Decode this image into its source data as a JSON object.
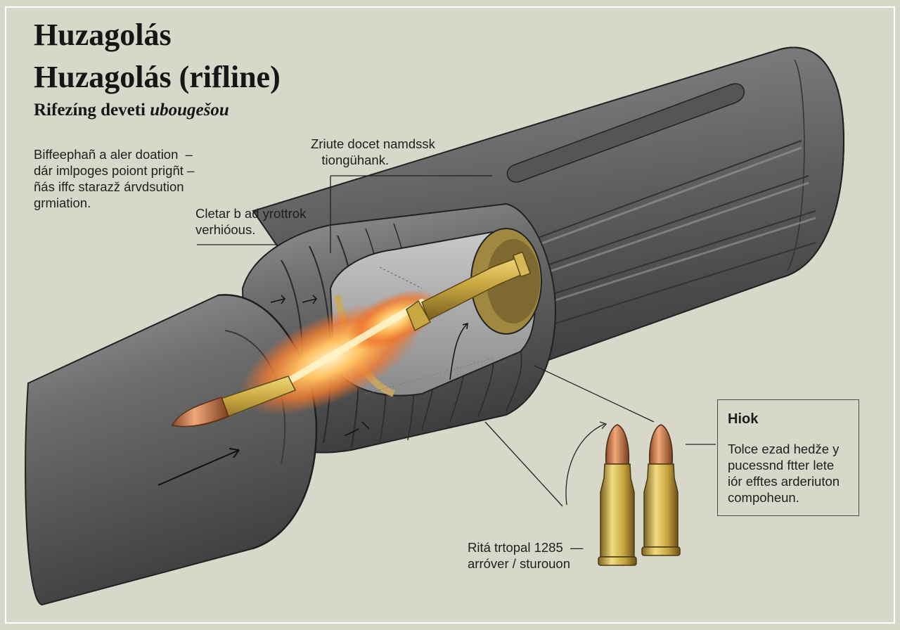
{
  "title": "Huzagolás",
  "title_secondary": "Huzagolás (rifline)",
  "subtitle_regular": "Rifezíng deveti ",
  "subtitle_italic": "ubougešou",
  "annotations": {
    "top_left": "Biffeephañ a aler doation  –\ndár imlpoges poiont prigñt –\nñás iffc starazž árvdsution\ngrmiation.",
    "mid_left": "Cletar b ad yrottrok\nverhióous.",
    "top_center": "Zriute docet namdssk\n   tiongühank.",
    "bottom_center": "Ritá trtopal 1285  —\narróver / sturouon"
  },
  "info_box": {
    "heading": "Hiok",
    "body": "Tolce ezad hedže y\npucessnd ftter lete\niór efftes arderiuton\ncompoheun."
  },
  "colors": {
    "background": "#d8d8ca",
    "barrel": "#6a6a6a",
    "barrel_dark": "#4a4a4a",
    "brass": "#c8aa48",
    "copper": "#c07a4a",
    "flame": "#f08a3a"
  }
}
